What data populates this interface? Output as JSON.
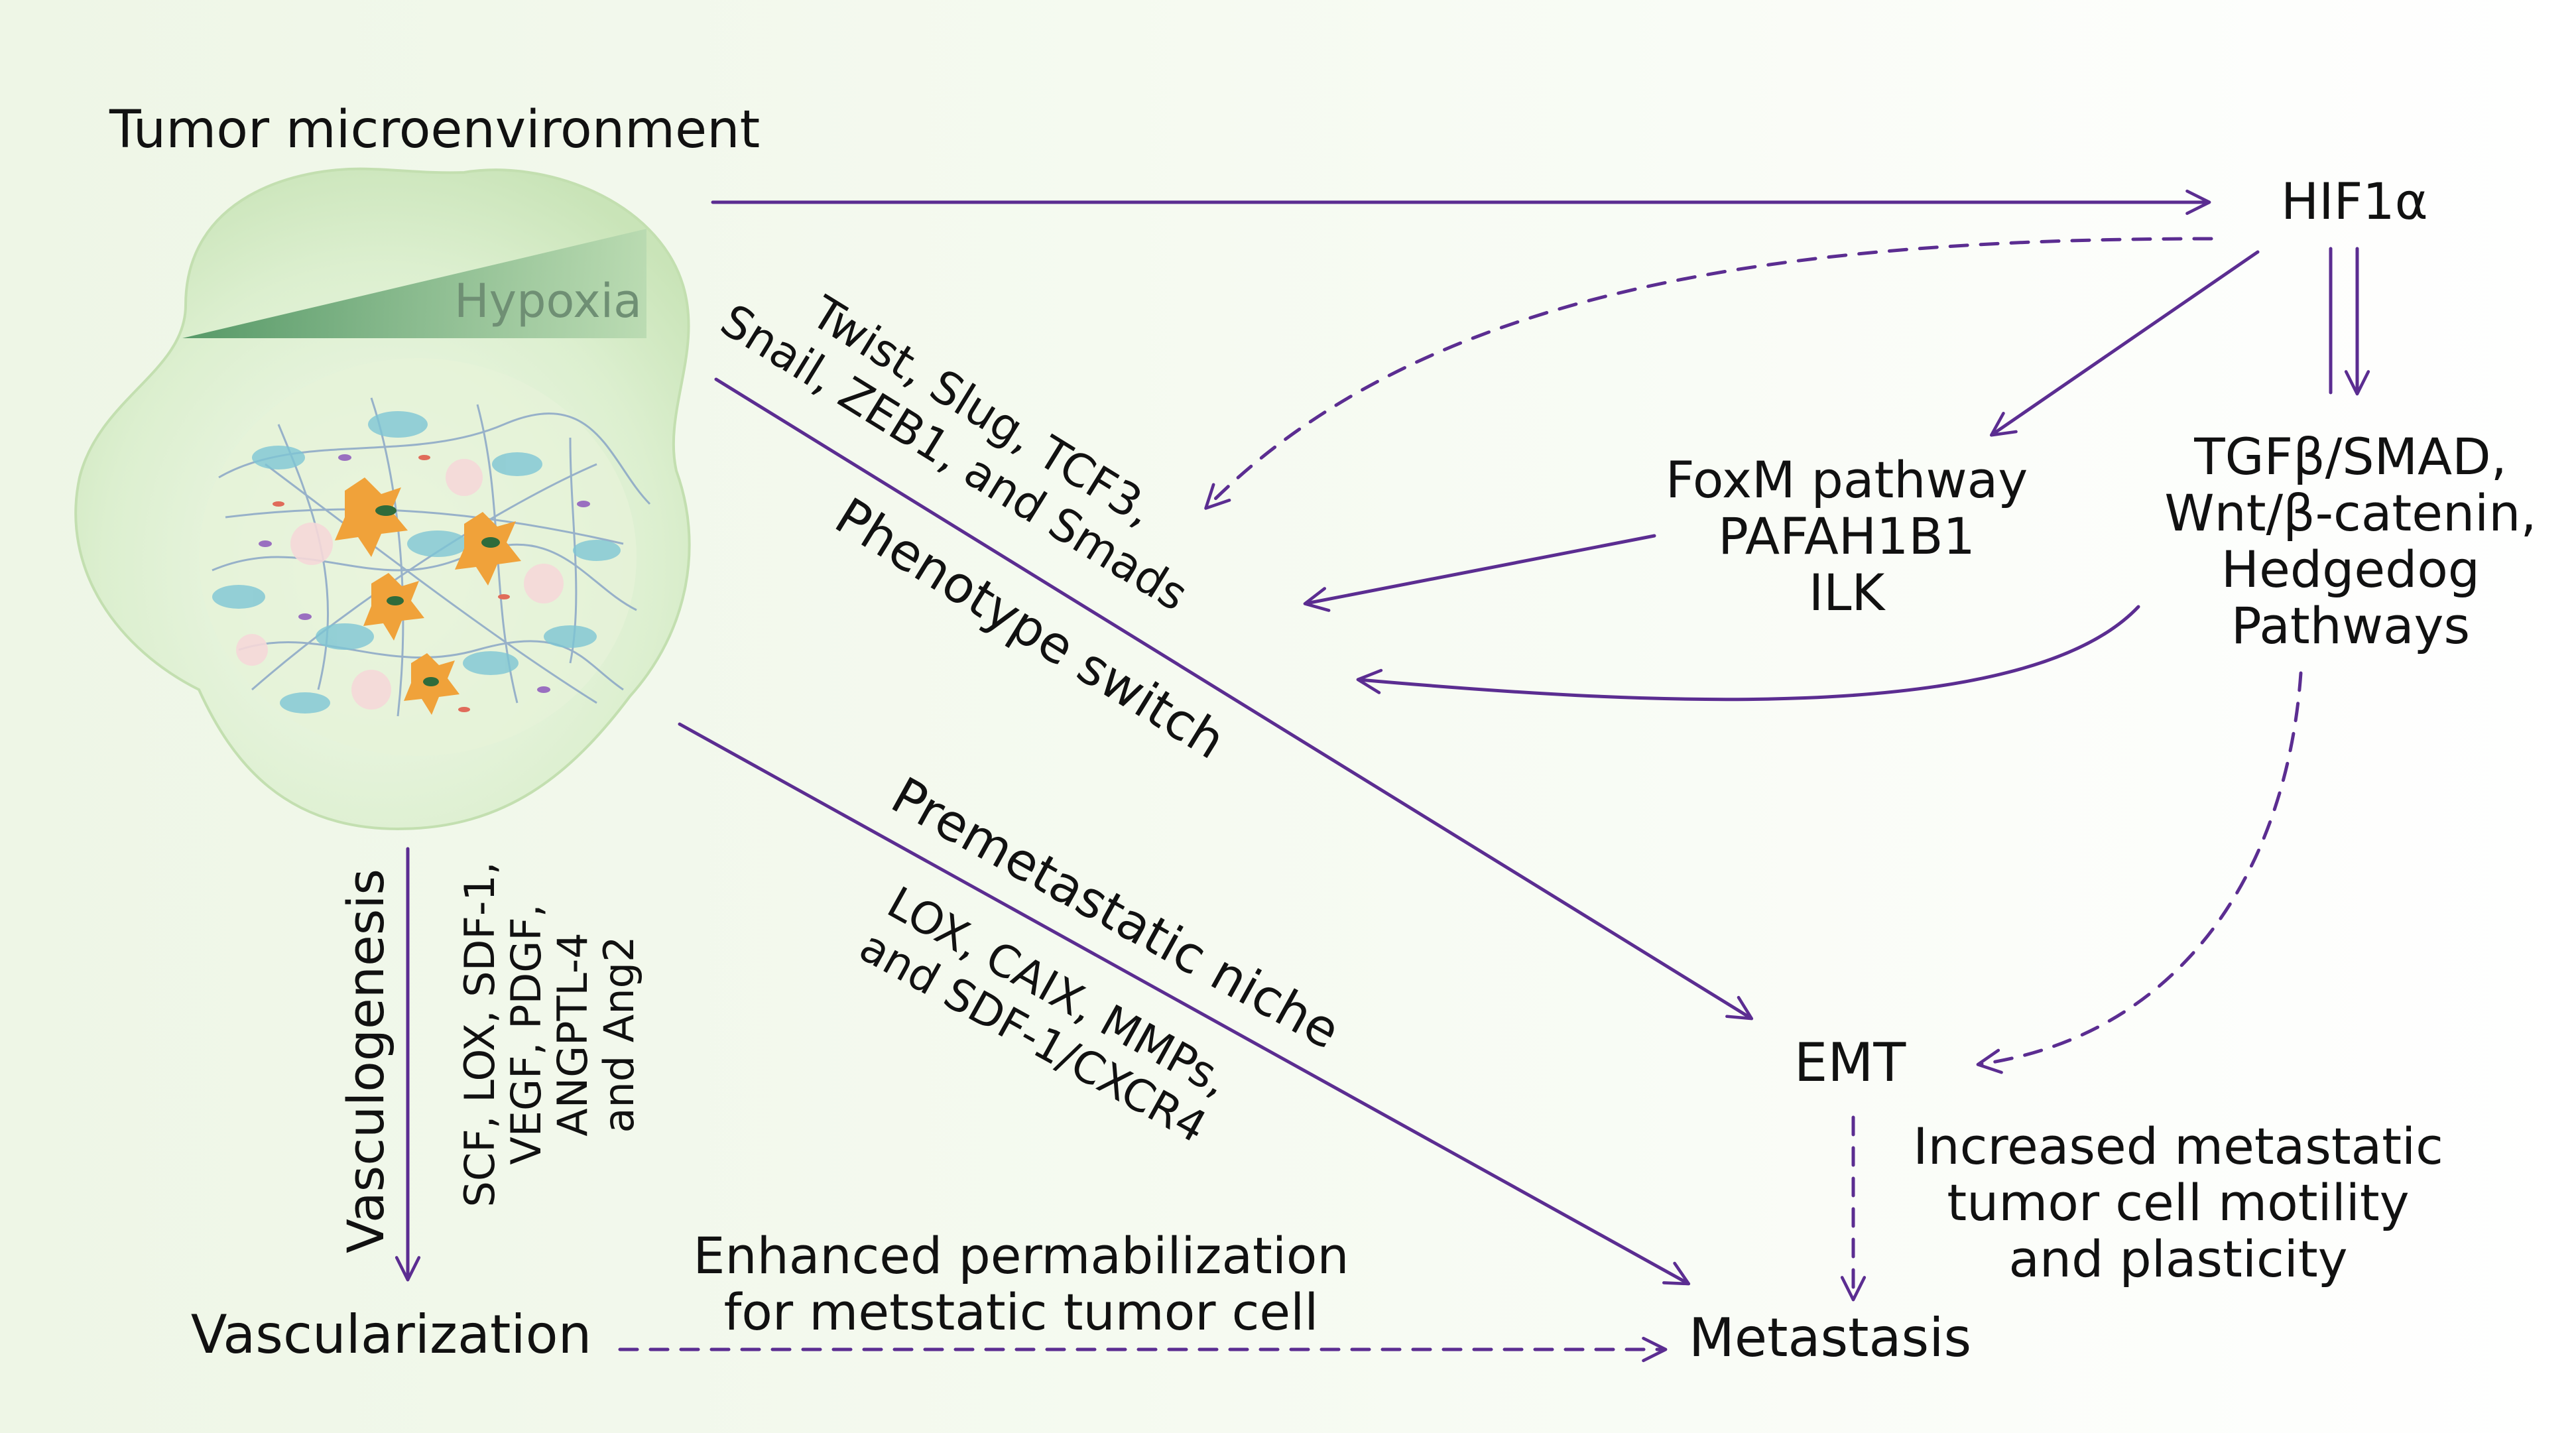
{
  "title": "Tumor microenvironment",
  "gradient_label": "Hypoxia",
  "nodes": {
    "hif": "HIF1α",
    "foxm": [
      "FoxM pathway",
      "PAFAH1B1",
      "ILK"
    ],
    "tgf": [
      "TGFβ/SMAD,",
      "Wnt/β-catenin,",
      "Hedgedog",
      "Pathways"
    ],
    "emt": "EMT",
    "metastasis": "Metastasis",
    "vascularization": "Vascularization"
  },
  "edge_labels": {
    "transcription_factors": [
      "Twist, Slug, TCF3,",
      "Snail, ZEB1, and Smads"
    ],
    "phenotype_switch": "Phenotype switch",
    "premetastatic_niche": "Premetastatic niche",
    "niche_factors": [
      "LOX, CAIX, MMPs,",
      "and SDF-1/CXCR4"
    ],
    "vasculogenesis": "Vasculogenesis",
    "vascular_factors": [
      "SCF, LOX, SDF-1,",
      "VEGF, PDGF,",
      "ANGPTL-4",
      "and Ang2"
    ],
    "permeabilization": [
      "Enhanced permabilization",
      "for metstatic tumor cell"
    ],
    "motility": [
      "Increased metastatic",
      "tumor cell motility",
      "and plasticity"
    ]
  },
  "colors": {
    "arrow": "#5b2d91",
    "background_wash": "#f3f8ec",
    "blob": "#d9ecc9",
    "hypoxia_gradient": "#4f9a68"
  }
}
